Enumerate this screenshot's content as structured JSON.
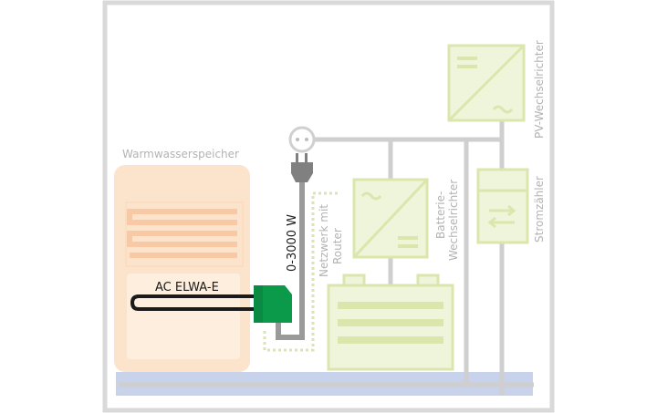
{
  "labels": {
    "storage_tank": "Warmwasserspeicher",
    "device": "AC ELWA-E",
    "power_range": "0-3000 W",
    "network_line1": "Netzwerk mit",
    "network_line2": "Router",
    "battery_inverter_line1": "Batterie-",
    "battery_inverter_line2": "Wechselrichter",
    "meter": "Stromzähler",
    "pv_inverter": "PV-Wechselrichter"
  },
  "colors": {
    "frame": "#d9d9d9",
    "wire": "#cfcfcf",
    "tank_fill": "#fce3cb",
    "tank_stripes": "#f8c9a4",
    "tank_lower": "#fdeede",
    "device_green": "#0b9a4a",
    "component_fill": "#eff5db",
    "component_stroke": "#dbe6ad",
    "ground_bar": "#c8d2ea",
    "network_dotted": "#dbe6ad"
  },
  "icons": {
    "plug": "plug-icon",
    "socket": "socket-icon",
    "battery": "battery-icon"
  }
}
